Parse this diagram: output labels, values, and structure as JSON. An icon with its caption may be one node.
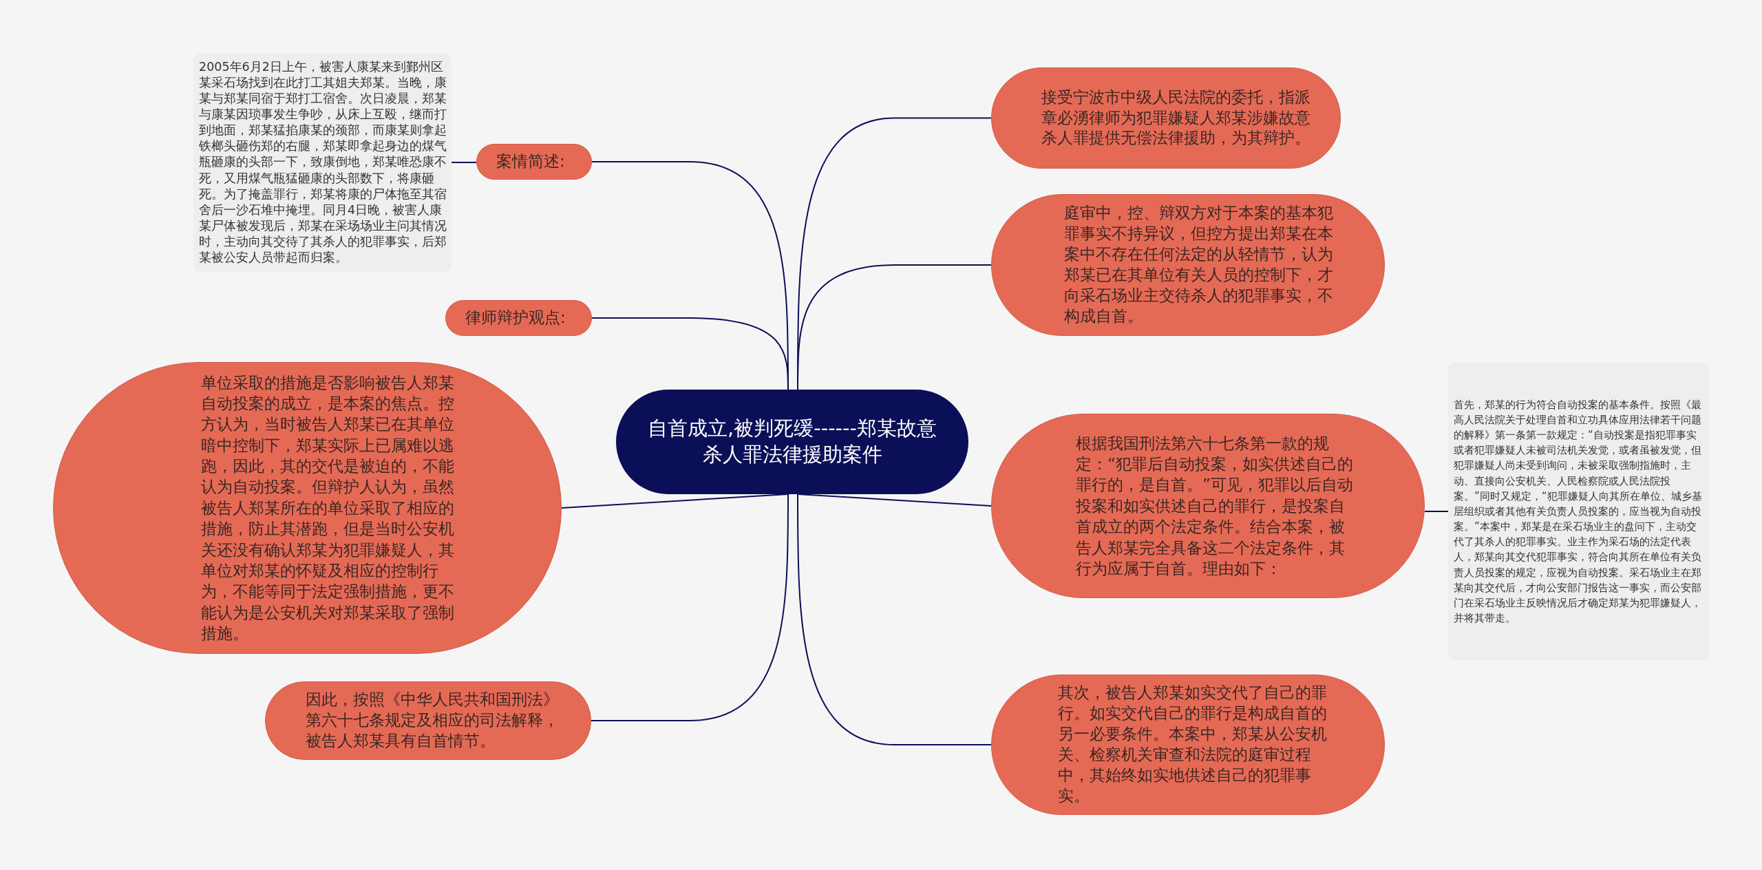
{
  "diagram": {
    "nodes": [
      {
        "text": [
          "自首成立,被判死缓------郑某故意杀人罪法律援助案件"
        ]
      },
      {
        "text": [
          "案情简述:"
        ]
      },
      {
        "text": [
          "2005年6月2日上午，被害人康某来到鄞州区某采石场找到在此打工其姐夫郑某。当晚，康某与郑某同宿于郑打工宿舍。次日凌晨，郑某与康某因琐事发生争吵，从床上互殴，继而打到地面，郑某猛掐康某的颈部，而康某则拿起铁榔头砸伤郑的右腿，郑某即拿起身边的煤气瓶砸康的头部一下，致康倒地，郑某唯恐康不死，又用煤气瓶猛砸康的头部数下，将康砸死。为了掩盖罪行，郑某将康的尸体拖至其宿舍后一沙石堆中掩埋。同月4日晚，被害人康某尸体被发现后，郑某在采场场业主问其情况时，主动向其交待了其杀人的犯罪事实，后郑某被公安人员带起而归案。"
        ]
      },
      {
        "text": [
          "律师辩护观点:"
        ]
      },
      {
        "text": [
          "单位采取的措施是否影响被告人郑某自动投案的成立，是本案的焦点。控方认为，当时被告人郑某已在其单位暗中控制下，郑某实际上已属难以逃跑，因此，其的交代是被迫的，不能认为自动投案。但辩护人认为，虽然被告人郑某所在的单位采取了相应的措施，防止其潜跑，但是当时公安机关还没有确认郑某为犯罪嫌疑人，其单位对郑某的怀疑及相应的控制行为，不能等同于法定强制措施，更不能认为是公安机关对郑某采取了强制措施。"
        ]
      },
      {
        "text": [
          "因此，按照《中华人民共和国刑法》第六十七条规定及相应的司法解释，被告人郑某具有自首情节。"
        ]
      },
      {
        "text": [
          "接受宁波市中级人民法院的委托，指派章必湧律师为犯罪嫌疑人郑某涉嫌故意杀人罪提供无偿法律援助，为其辩护。"
        ]
      },
      {
        "text": [
          "庭审中，控、辩双方对于本案的基本犯罪事实不持异议，但控方提出郑某在本案中不存在任何法定的从轻情节，认为郑某已在其单位有关人员的控制下，才向采石场业主交待杀人的犯罪事实，不构成自首。"
        ]
      },
      {
        "text": [
          "根据我国刑法第六十七条第一款的规定：“犯罪后自动投案，如实供述自己的罪行的，是自首。”可见，犯罪以后自动投案和如实供述自己的罪行，是投案自首成立的两个法定条件。结合本案，被告人郑某完全具备这二个法定条件，其行为应属于自首。理由如下："
        ]
      },
      {
        "text": [
          "首先，郑某的行为符合自动投案的基本条件。按照《最高人民法院关于处理自首和立功具体应用法律若干问题的解释》第一条第一款规定：“自动投案是指犯罪事实或者犯罪嫌疑人未被司法机关发觉，或者虽被发觉，但犯罪嫌疑人尚未受到询问，未被采取强制指施时，主动、直接向公安机关、人民检察院或人民法院投案。”同时又规定，“犯罪嫌疑人向其所在单位、城乡基层组织或者其他有关负责人员投案的，应当视为自动投案。”本案中，郑某是在采石场业主的盘问下，主动交代了其杀人的犯罪事实。业主作为采石场的法定代表人，郑某向其交代犯罪事实，符合向其所在单位有关负责人员投案的规定，应视为自动投案。采石场业主在郑某向其交代后，才向公安部门报告这一事实，而公安部门在采石场业主反映情况后才确定郑某为犯罪嫌疑人，并将其带走。"
        ]
      },
      {
        "text": [
          "其次，被告人郑某如实交代了自己的罪行。如实交代自己的罪行是构成自首的另一必要条件。本案中，郑某从公安机关、检察机关审查和法院的庭审过程中，其始终如实地供述自己的犯罪事实。"
        ]
      }
    ],
    "edges": [
      {
        "from": 0,
        "to": 1,
        "arrow": "none"
      },
      {
        "from": 1,
        "to": 2,
        "arrow": "none"
      },
      {
        "from": 0,
        "to": 3,
        "arrow": "none"
      },
      {
        "from": 0,
        "to": 4,
        "arrow": "none"
      },
      {
        "from": 0,
        "to": 5,
        "arrow": "none"
      },
      {
        "from": 0,
        "to": 6,
        "arrow": "none"
      },
      {
        "from": 0,
        "to": 7,
        "arrow": "none"
      },
      {
        "from": 0,
        "to": 8,
        "arrow": "none"
      },
      {
        "from": 8,
        "to": 9,
        "arrow": "none"
      },
      {
        "from": 0,
        "to": 10,
        "arrow": "none"
      }
    ]
  }
}
